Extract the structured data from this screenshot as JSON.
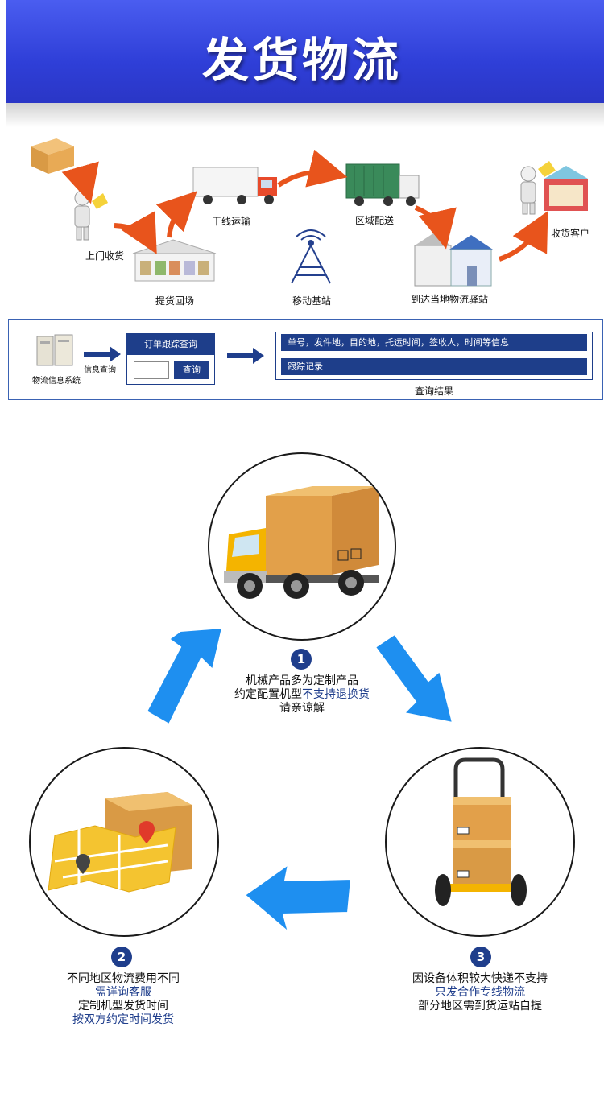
{
  "header": {
    "title": "发货物流"
  },
  "flow": {
    "steps": {
      "pickup": "上门收货",
      "warehouse": "提货回场",
      "trunk": "干线运输",
      "tower": "移动基站",
      "regional": "区域配送",
      "station": "到达当地物流驿站",
      "customer": "收货客户"
    }
  },
  "tracking": {
    "system_label": "物流信息系统",
    "query_label": "信息查询",
    "box_title": "订单跟踪查询",
    "query_button": "查询",
    "result_info": "单号，发件地，目的地，托运时间，签收人，时间等信息",
    "result_record": "跟踪记录",
    "result_caption": "查询结果"
  },
  "cycle": [
    {
      "number": "1",
      "lines": [
        "机械产品多为定制产品",
        "约定配置机型",
        "请亲谅解"
      ],
      "highlight": "不支持退换货"
    },
    {
      "number": "2",
      "lines": [
        "不同地区物流费用不同",
        "需详询客服",
        "定制机型发货时间",
        "按双方约定时间发货"
      ]
    },
    {
      "number": "3",
      "lines": [
        "因设备体积较大快递不支持",
        "只发合作专线物流",
        "部分地区需到货运站自提"
      ]
    }
  ],
  "colors": {
    "banner": "#3344dd",
    "navy": "#1f3e8c",
    "arrow_orange": "#e8541c",
    "arrow_blue": "#1e8ff0"
  }
}
